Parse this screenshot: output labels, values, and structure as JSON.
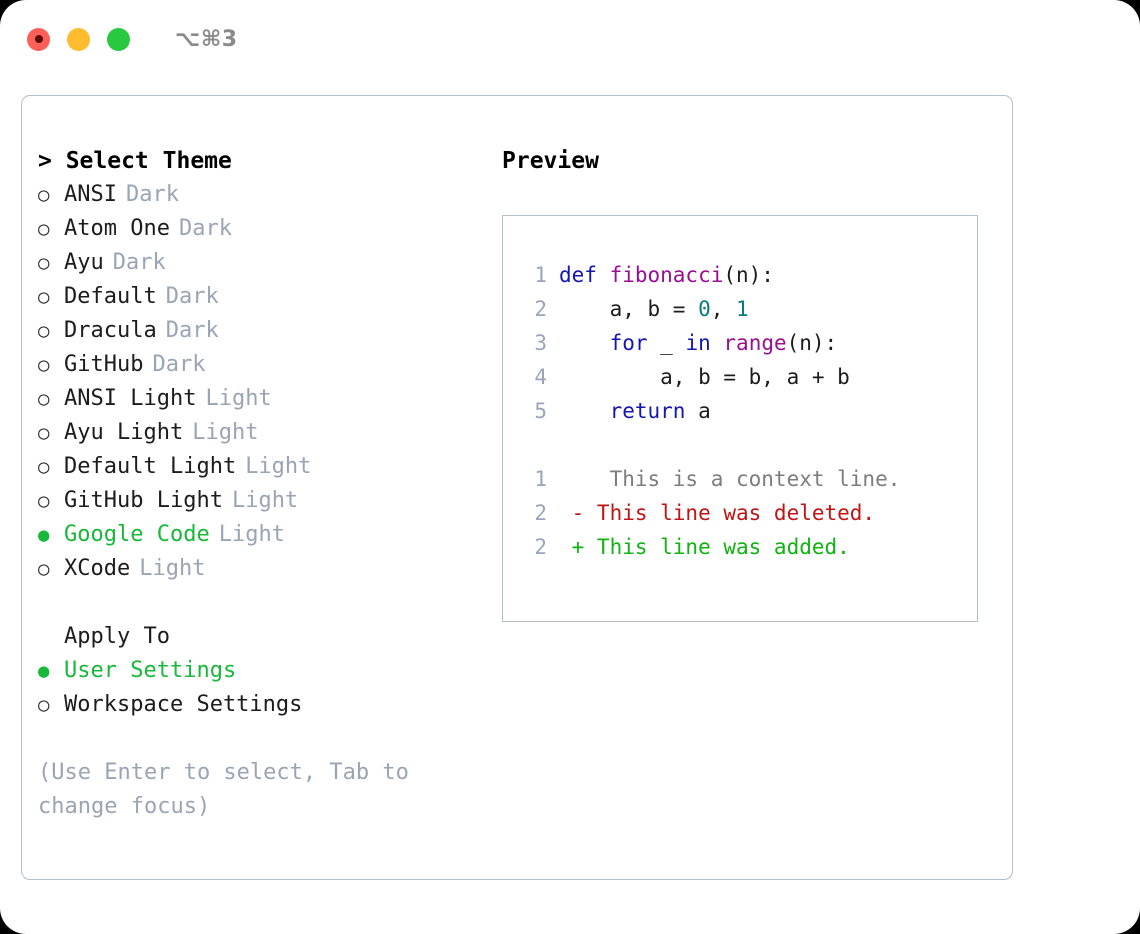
{
  "titlebar": {
    "shortcut": "⌥⌘3",
    "lights": [
      {
        "name": "close",
        "color": "#ff5f57"
      },
      {
        "name": "minimize",
        "color": "#febc2e"
      },
      {
        "name": "maximize",
        "color": "#28c840"
      }
    ]
  },
  "theme_picker": {
    "title": "> Select Theme",
    "bullet_unselected": "○",
    "bullet_selected": "●",
    "options": [
      {
        "name": "ANSI",
        "kind": "Dark",
        "selected": false
      },
      {
        "name": "Atom One",
        "kind": "Dark",
        "selected": false
      },
      {
        "name": "Ayu",
        "kind": "Dark",
        "selected": false
      },
      {
        "name": "Default",
        "kind": "Dark",
        "selected": false
      },
      {
        "name": "Dracula",
        "kind": "Dark",
        "selected": false
      },
      {
        "name": "GitHub",
        "kind": "Dark",
        "selected": false
      },
      {
        "name": "ANSI Light",
        "kind": "Light",
        "selected": false
      },
      {
        "name": "Ayu Light",
        "kind": "Light",
        "selected": false
      },
      {
        "name": "Default Light",
        "kind": "Light",
        "selected": false
      },
      {
        "name": "GitHub Light",
        "kind": "Light",
        "selected": false
      },
      {
        "name": "Google Code",
        "kind": "Light",
        "selected": true
      },
      {
        "name": "XCode",
        "kind": "Light",
        "selected": false
      }
    ]
  },
  "apply_to": {
    "title": "Apply To",
    "options": [
      {
        "name": "User Settings",
        "selected": true
      },
      {
        "name": "Workspace Settings",
        "selected": false
      }
    ]
  },
  "hint": "(Use Enter to select, Tab to change focus)",
  "preview": {
    "title": "Preview",
    "code_lines": [
      {
        "ln": "1",
        "tokens": [
          {
            "t": "def ",
            "c": "kw"
          },
          {
            "t": "fibonacci",
            "c": "fn"
          },
          {
            "t": "(n):",
            "c": "pl"
          }
        ]
      },
      {
        "ln": "2",
        "tokens": [
          {
            "t": "    a, b = ",
            "c": "pl"
          },
          {
            "t": "0",
            "c": "num"
          },
          {
            "t": ", ",
            "c": "pl"
          },
          {
            "t": "1",
            "c": "num"
          }
        ]
      },
      {
        "ln": "3",
        "tokens": [
          {
            "t": "    ",
            "c": "pl"
          },
          {
            "t": "for",
            "c": "kw"
          },
          {
            "t": " _ ",
            "c": "pl"
          },
          {
            "t": "in",
            "c": "kw"
          },
          {
            "t": " ",
            "c": "pl"
          },
          {
            "t": "range",
            "c": "fn"
          },
          {
            "t": "(n):",
            "c": "pl"
          }
        ]
      },
      {
        "ln": "4",
        "tokens": [
          {
            "t": "        a, b = b, a + b",
            "c": "pl"
          }
        ]
      },
      {
        "ln": "5",
        "tokens": [
          {
            "t": "    ",
            "c": "pl"
          },
          {
            "t": "return",
            "c": "kw"
          },
          {
            "t": " a",
            "c": "pl"
          }
        ]
      }
    ],
    "diff_lines": [
      {
        "ln": "1",
        "marker": " ",
        "text": "  This is a context line.",
        "kind": "ctx"
      },
      {
        "ln": "2",
        "marker": "-",
        "text": " This line was deleted.",
        "kind": "del"
      },
      {
        "ln": "2",
        "marker": "+",
        "text": " This line was added.",
        "kind": "add"
      }
    ]
  },
  "colors": {
    "accent_green": "#18b83a",
    "muted": "#9aa5b4",
    "border": "#b4bfcc",
    "keyword": "#1515b0",
    "function": "#9a0f91",
    "number": "#0b7a7a",
    "diff_deleted": "#c11414",
    "diff_added": "#10b310"
  }
}
